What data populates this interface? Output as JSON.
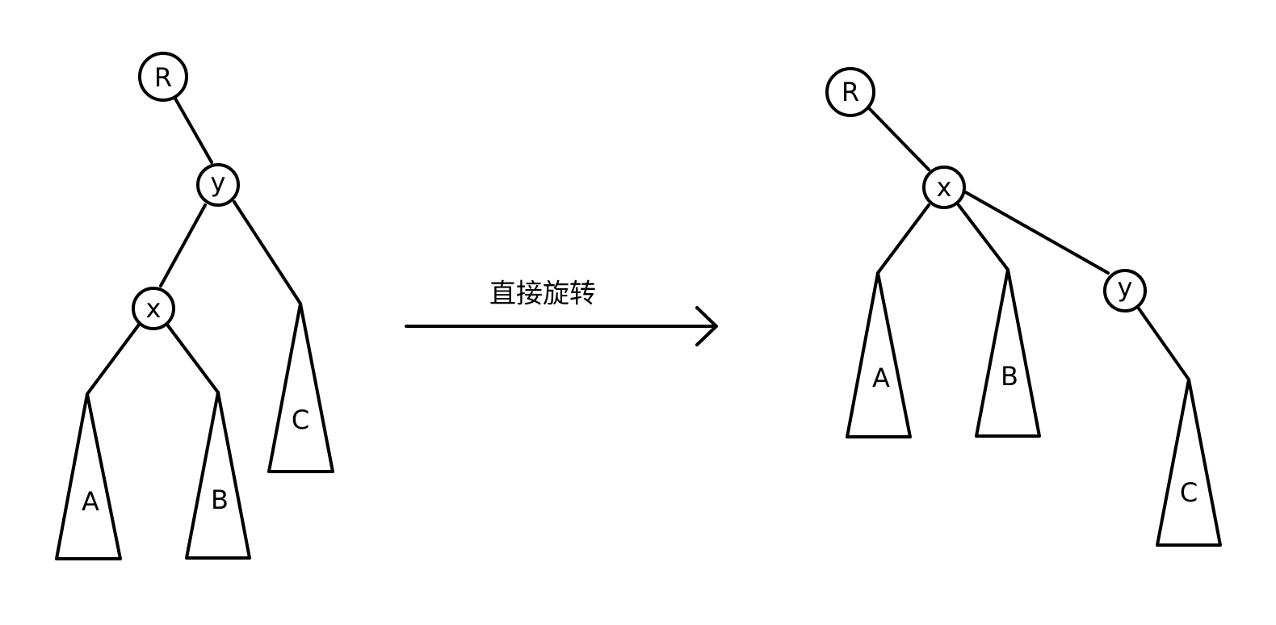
{
  "caption": "直接旋转",
  "before": {
    "nodes": [
      {
        "id": "R",
        "label": "R"
      },
      {
        "id": "y",
        "label": "y"
      },
      {
        "id": "x",
        "label": "x"
      }
    ],
    "subtrees": [
      {
        "id": "A",
        "label": "A"
      },
      {
        "id": "B",
        "label": "B"
      },
      {
        "id": "C",
        "label": "C"
      }
    ],
    "edges": [
      [
        "R",
        "y"
      ],
      [
        "y",
        "x"
      ],
      [
        "y",
        "C"
      ],
      [
        "x",
        "A"
      ],
      [
        "x",
        "B"
      ]
    ]
  },
  "after": {
    "nodes": [
      {
        "id": "R",
        "label": "R"
      },
      {
        "id": "x",
        "label": "x"
      },
      {
        "id": "y",
        "label": "y"
      }
    ],
    "subtrees": [
      {
        "id": "A",
        "label": "A"
      },
      {
        "id": "B",
        "label": "B"
      },
      {
        "id": "C",
        "label": "C"
      }
    ],
    "edges": [
      [
        "R",
        "x"
      ],
      [
        "x",
        "A"
      ],
      [
        "x",
        "B"
      ],
      [
        "x",
        "y"
      ],
      [
        "y",
        "C"
      ]
    ]
  }
}
